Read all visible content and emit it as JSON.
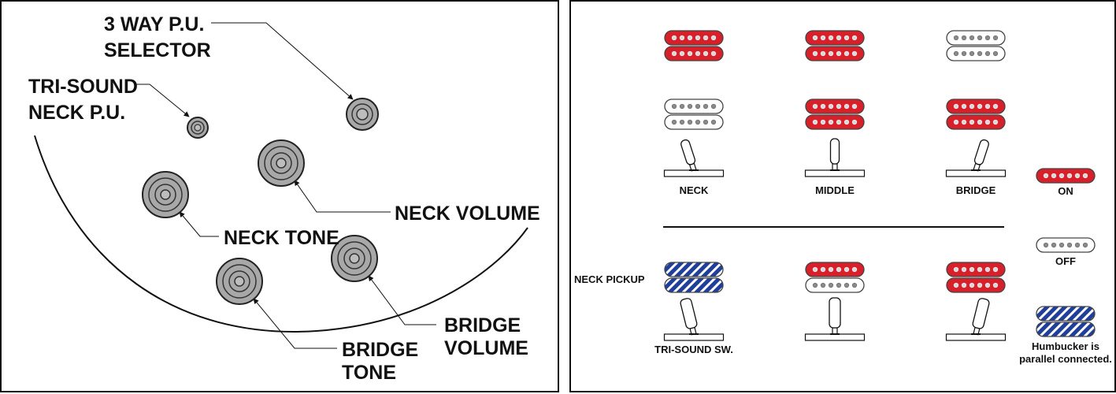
{
  "left_panel": {
    "labels": {
      "selector_line1": "3 WAY P.U.",
      "selector_line2": "SELECTOR",
      "trisound_line1": "TRI-SOUND",
      "trisound_line2": "NECK P.U.",
      "neck_volume": "NECK VOLUME",
      "neck_tone": "NECK TONE",
      "bridge_volume_line1": "BRIDGE",
      "bridge_volume_line2": "VOLUME",
      "bridge_tone_line1": "BRIDGE",
      "bridge_tone_line2": "TONE"
    }
  },
  "right_panel": {
    "positions": {
      "neck": "NECK",
      "middle": "MIDDLE",
      "bridge": "BRIDGE"
    },
    "neck_pickup_label": "NECK PICKUP",
    "trisound_switch_label": "TRI-SOUND SW.",
    "legend": {
      "on": "ON",
      "off": "OFF",
      "parallel_line1": "Humbucker is",
      "parallel_line2": "parallel connected."
    }
  },
  "colors": {
    "on": "#d8202a",
    "off": "#ffffff",
    "parallel": "#1f3f9a",
    "ink": "#111111",
    "knob": "#a8a8a8"
  }
}
